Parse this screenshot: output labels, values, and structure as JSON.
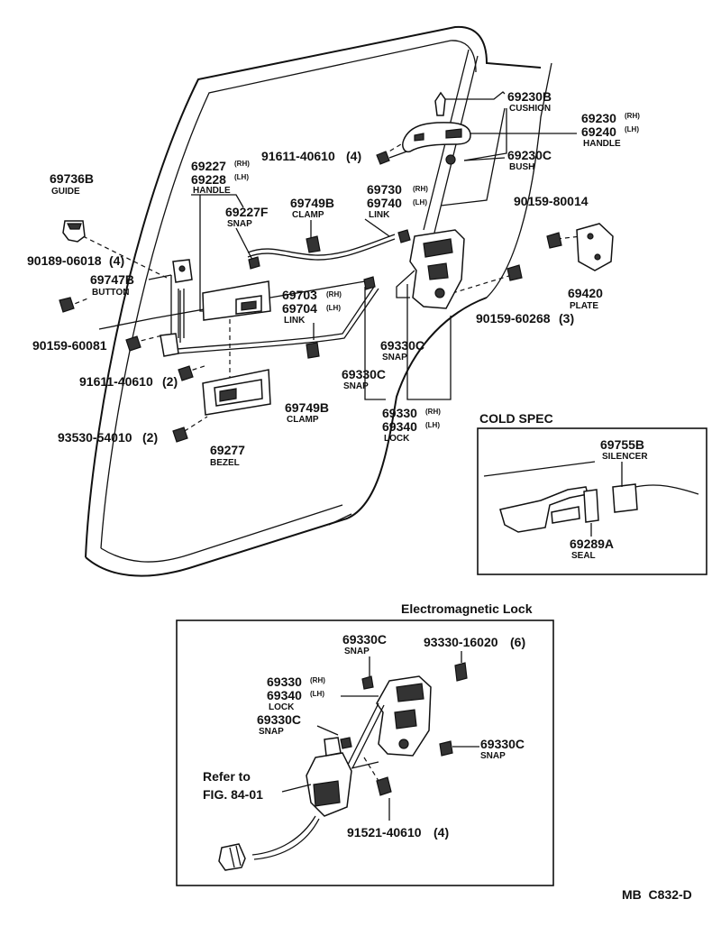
{
  "labels": {
    "cushion": {
      "part": "69230B",
      "name": "CUSHION"
    },
    "handle_outer": {
      "rh": "69230",
      "lh": "69240",
      "rh_tag": "(RH)",
      "lh_tag": "(LH)",
      "name": "HANDLE"
    },
    "bush": {
      "part": "69230C",
      "name": "BUSH"
    },
    "screw_top": {
      "part": "91611-40610",
      "qty": "(4)"
    },
    "guide": {
      "part": "69736B",
      "name": "GUIDE"
    },
    "handle_inner": {
      "rh": "69227",
      "lh": "69228",
      "rh_tag": "(RH)",
      "lh_tag": "(LH)",
      "name": "HANDLE"
    },
    "snap_f": {
      "part": "69227F",
      "name": "SNAP"
    },
    "clamp_top": {
      "part": "69749B",
      "name": "CLAMP"
    },
    "link_top": {
      "rh": "69730",
      "lh": "69740",
      "rh_tag": "(RH)",
      "lh_tag": "(LH)",
      "name": "LINK"
    },
    "bolt_plate": {
      "part": "90159-80014"
    },
    "screw_guide": {
      "part": "90189-06018",
      "qty": "(4)"
    },
    "button": {
      "part": "69747B",
      "name": "BUTTON"
    },
    "link_mid": {
      "rh": "69703",
      "lh": "69704",
      "rh_tag": "(RH)",
      "lh_tag": "(LH)",
      "name": "LINK"
    },
    "plate": {
      "part": "69420",
      "name": "PLATE"
    },
    "bolt_lock": {
      "part": "90159-60268",
      "qty": "(3)"
    },
    "bolt_button": {
      "part": "90159-60081"
    },
    "snap_c1": {
      "part": "69330C",
      "name": "SNAP"
    },
    "snap_c2": {
      "part": "69330C",
      "name": "SNAP"
    },
    "screw_mid": {
      "part": "91611-40610",
      "qty": "(2)"
    },
    "clamp_bot": {
      "part": "69749B",
      "name": "CLAMP"
    },
    "lock": {
      "rh": "69330",
      "lh": "69340",
      "rh_tag": "(RH)",
      "lh_tag": "(LH)",
      "name": "LOCK"
    },
    "screw_bezel": {
      "part": "93530-54010",
      "qty": "(2)"
    },
    "bezel": {
      "part": "69277",
      "name": "BEZEL"
    }
  },
  "cold_spec": {
    "title": "COLD SPEC",
    "silencer": {
      "part": "69755B",
      "name": "SILENCER"
    },
    "seal": {
      "part": "69289A",
      "name": "SEAL"
    }
  },
  "em_lock": {
    "title": "Electromagnetic Lock",
    "snap_top": {
      "part": "69330C",
      "name": "SNAP"
    },
    "screw": {
      "part": "93330-16020",
      "qty": "(6)"
    },
    "lock": {
      "rh": "69330",
      "lh": "69340",
      "rh_tag": "(RH)",
      "lh_tag": "(LH)",
      "name": "LOCK"
    },
    "snap_left": {
      "part": "69330C",
      "name": "SNAP"
    },
    "snap_right": {
      "part": "69330C",
      "name": "SNAP"
    },
    "refer_line1": "Refer to",
    "refer_line2": "FIG. 84-01",
    "bolt": {
      "part": "91521-40610",
      "qty": "(4)"
    }
  },
  "figure_code": "MB  C832-D"
}
